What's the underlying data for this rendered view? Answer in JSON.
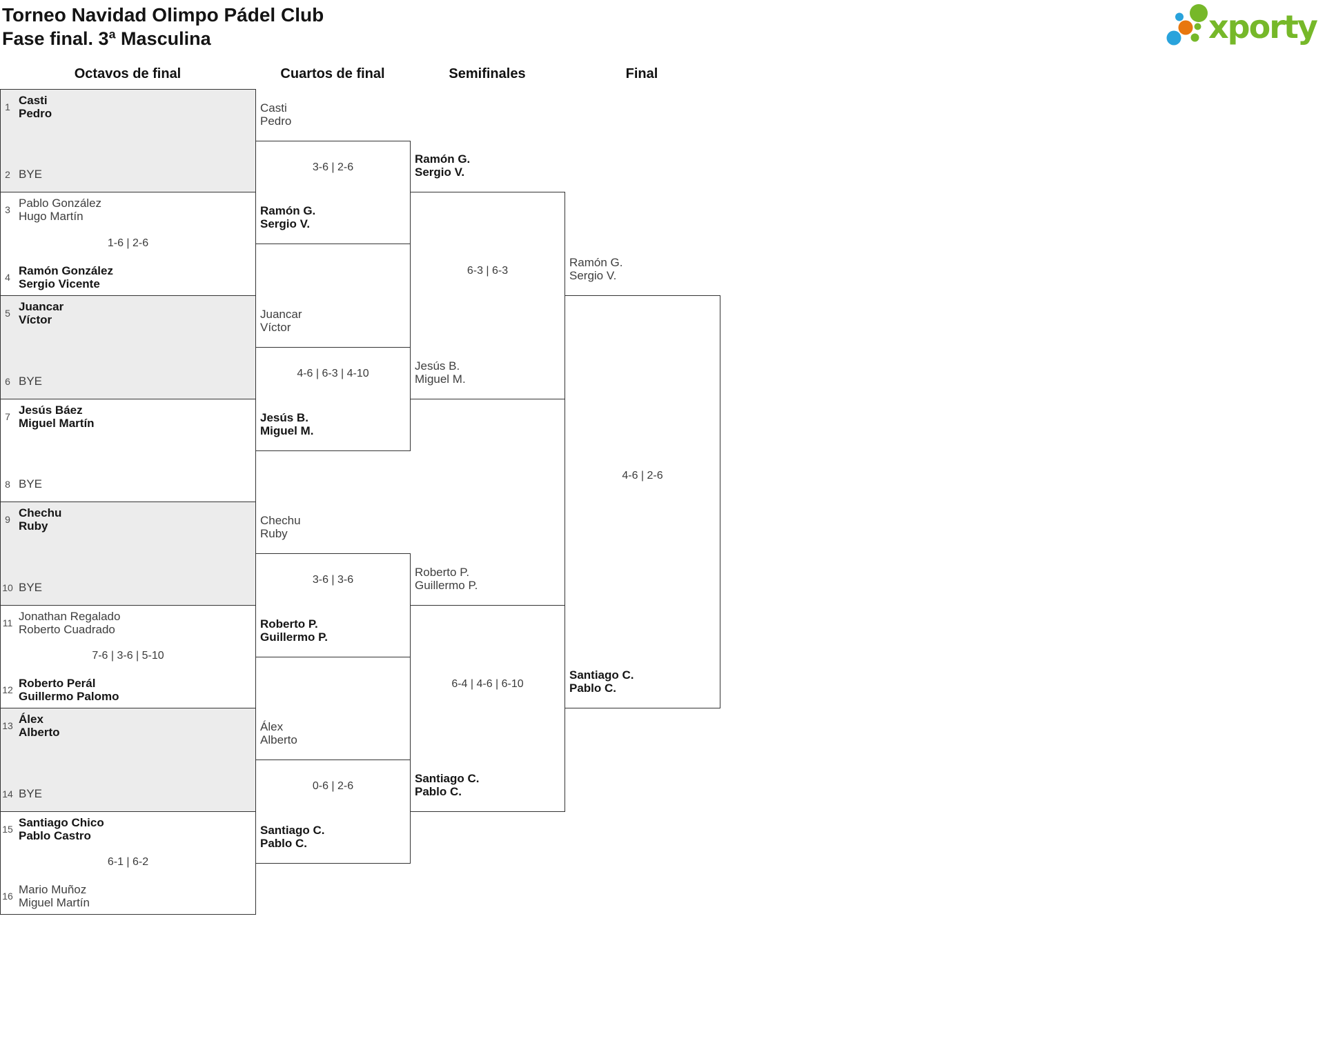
{
  "page": {
    "title_line1": "Torneo Navidad Olimpo Pádel Club",
    "title_line2": "Fase final. 3ª Masculina"
  },
  "logo": {
    "text": "xporty",
    "green": "#76b829",
    "blue": "#29a3dc",
    "orange": "#e8770f"
  },
  "round_labels": [
    "Octavos de final",
    "Cuartos de final",
    "Semifinales",
    "Final"
  ],
  "colors": {
    "bye_box_fill": "#ececec",
    "border_line": "#333333",
    "winner_text": "#151515",
    "normal_text": "#3e3e3e",
    "seed_text": "#4d4d4d"
  },
  "r16": [
    {
      "seed_a": "1",
      "a1": "Casti",
      "a2": "Pedro",
      "bold_a": true,
      "seed_b": "2",
      "b1": "BYE",
      "bold_b": false,
      "score": ""
    },
    {
      "seed_a": "3",
      "a1": "Pablo González",
      "a2": "Hugo Martín",
      "bold_a": false,
      "seed_b": "4",
      "b1": "Ramón González",
      "b2": "Sergio Vicente",
      "bold_b": true,
      "score": "1-6 | 2-6"
    },
    {
      "seed_a": "5",
      "a1": "Juancar",
      "a2": "Víctor",
      "bold_a": true,
      "seed_b": "6",
      "b1": "BYE",
      "bold_b": false,
      "score": ""
    },
    {
      "seed_a": "7",
      "a1": "Jesús Báez",
      "a2": "Miguel Martín",
      "bold_a": true,
      "seed_b": "8",
      "b1": "BYE",
      "bold_b": false,
      "score": ""
    },
    {
      "seed_a": "9",
      "a1": "Chechu",
      "a2": "Ruby",
      "bold_a": true,
      "seed_b": "10",
      "b1": "BYE",
      "bold_b": false,
      "score": ""
    },
    {
      "seed_a": "11",
      "a1": "Jonathan Regalado",
      "a2": "Roberto Cuadrado",
      "bold_a": false,
      "seed_b": "12",
      "b1": "Roberto Perál",
      "b2": "Guillermo Palomo",
      "bold_b": true,
      "score": "7-6 | 3-6 | 5-10"
    },
    {
      "seed_a": "13",
      "a1": "Álex",
      "a2": "Alberto",
      "bold_a": true,
      "seed_b": "14",
      "b1": "BYE",
      "bold_b": false,
      "score": ""
    },
    {
      "seed_a": "15",
      "a1": "Santiago Chico",
      "a2": "Pablo Castro",
      "bold_a": true,
      "seed_b": "16",
      "b1": "Mario Muñoz",
      "b2": "Miguel Martín",
      "bold_b": false,
      "score": "6-1 | 6-2"
    }
  ],
  "qf": [
    {
      "a1": "Casti",
      "a2": "Pedro",
      "bold_a": false,
      "score": "3-6 | 2-6",
      "b1": "Ramón G.",
      "b2": "Sergio V.",
      "bold_b": true
    },
    {
      "a1": "Juancar",
      "a2": "Víctor",
      "bold_a": false,
      "score": "4-6 | 6-3 | 4-10",
      "b1": "Jesús B.",
      "b2": "Miguel M.",
      "bold_b": true
    },
    {
      "a1": "Chechu",
      "a2": "Ruby",
      "bold_a": false,
      "score": "3-6 | 3-6",
      "b1": "Roberto P.",
      "b2": "Guillermo P.",
      "bold_b": true
    },
    {
      "a1": "Álex",
      "a2": "Alberto",
      "bold_a": false,
      "score": "0-6 | 2-6",
      "b1": "Santiago C.",
      "b2": "Pablo C.",
      "bold_b": true
    }
  ],
  "sf": [
    {
      "a1": "Ramón G.",
      "a2": "Sergio V.",
      "bold_a": true,
      "score": "6-3 | 6-3",
      "b1": "Jesús B.",
      "b2": "Miguel M.",
      "bold_b": false
    },
    {
      "a1": "Roberto P.",
      "a2": "Guillermo P.",
      "bold_a": false,
      "score": "6-4 | 4-6 | 6-10",
      "b1": "Santiago C.",
      "b2": "Pablo C.",
      "bold_b": true
    }
  ],
  "final": {
    "a1": "Ramón G.",
    "a2": "Sergio V.",
    "bold_a": false,
    "score": "4-6 | 2-6",
    "b1": "Santiago C.",
    "b2": "Pablo C.",
    "bold_b": true
  }
}
